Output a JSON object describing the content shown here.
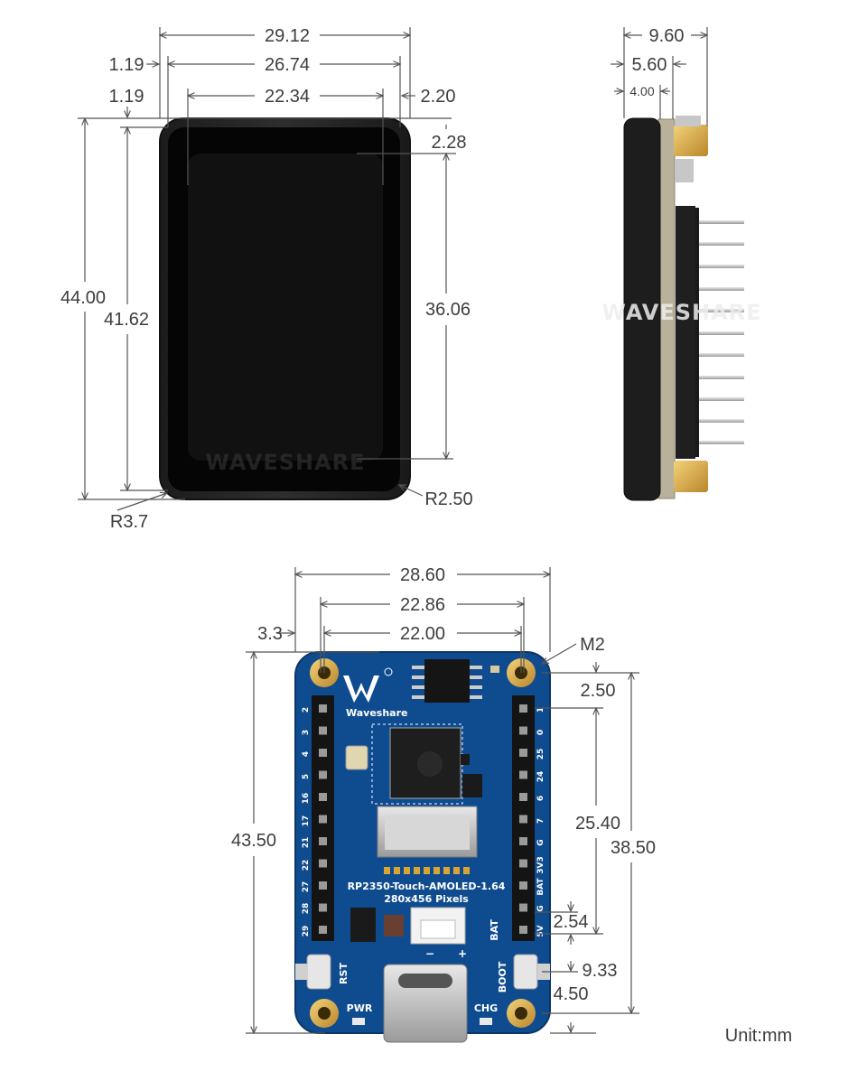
{
  "unit_label": "Unit:mm",
  "front_view": {
    "dimensions": {
      "overall_width": "29.12",
      "bezel_inner_width": "26.74",
      "active_width": "22.34",
      "left_offset": "1.19",
      "top_offset": "1.19",
      "right_offset": "2.20",
      "top_active_offset": "2.28",
      "overall_height": "44.00",
      "bezel_inner_height": "41.62",
      "active_height": "36.06",
      "outer_radius": "R3.7",
      "inner_radius": "R2.50"
    },
    "watermark": "WAVESHARE"
  },
  "side_view": {
    "dimensions": {
      "total_thickness": "9.60",
      "module_thickness": "5.60",
      "display_thickness": "4.00"
    },
    "watermark": "WAVESHARE"
  },
  "back_view": {
    "dimensions": {
      "board_width": "28.60",
      "hole_span_outer": "22.86",
      "hole_span": "22.00",
      "hole_edge_offset": "3.3",
      "hole_type": "M2",
      "hole_top_offset": "2.50",
      "board_height": "43.50",
      "header_span": "25.40",
      "hole_vertical_span": "38.50",
      "pin_pitch": "2.54",
      "button_offset": "9.33",
      "bottom_offset": "4.50"
    },
    "board": {
      "brand": "Waveshare",
      "model": "RP2350-Touch-AMOLED-1.64",
      "resolution": "280x456 Pixels",
      "left_pins": [
        "2",
        "3",
        "4",
        "5",
        "16",
        "17",
        "21",
        "22",
        "27",
        "28",
        "29"
      ],
      "right_pins": [
        "1",
        "0",
        "25",
        "24",
        "6",
        "7",
        "G",
        "3V3",
        "BAT",
        "G",
        "5V"
      ],
      "labels": {
        "rst": "RST",
        "pwr": "PWR",
        "chg": "CHG",
        "boot": "BOOT",
        "bat": "BAT",
        "minus": "−",
        "plus": "+"
      }
    }
  },
  "colors": {
    "pcb": "#0f4c8f",
    "bezel": "#2a2a2a",
    "screen": "#0b0b0b",
    "gold": "#d8a534"
  }
}
